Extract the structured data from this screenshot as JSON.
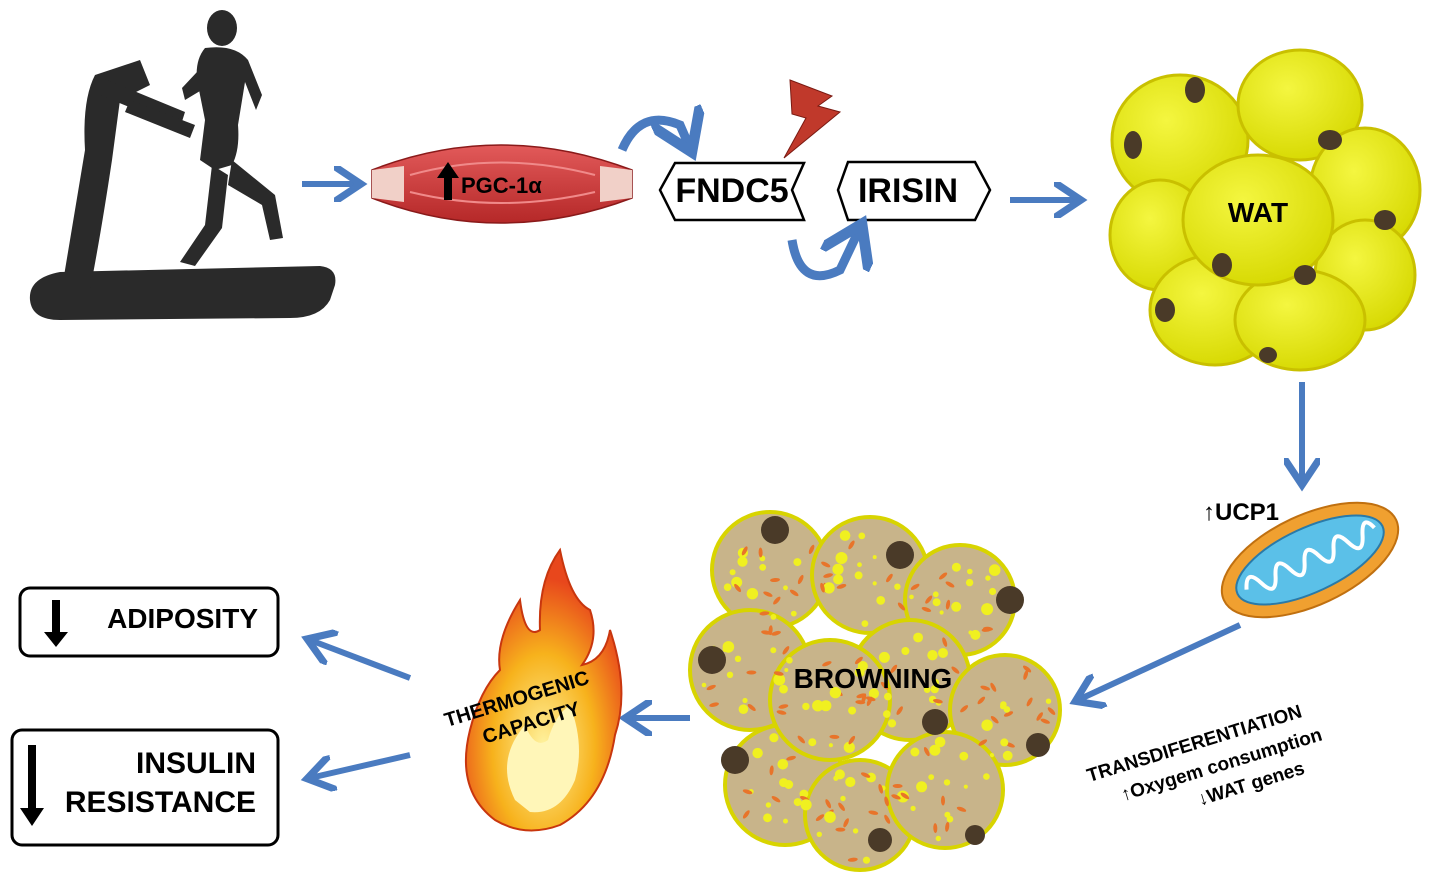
{
  "colors": {
    "arrow": "#4a7bc0",
    "silhouette": "#2a2a2a",
    "wat_cell": "#e8ec10",
    "wat_cell_edge": "#c9c000",
    "brown_cell": "#c8b48a",
    "muscle": "#d23a3a",
    "lightning": "#c0392b",
    "mito_outer": "#f0a030",
    "mito_inner": "#5bc0e8"
  },
  "nodes": {
    "pgc": "PGC-1α",
    "fndc5": "FNDC5",
    "irisin": "IRISIN",
    "wat": "WAT",
    "ucp1": "UCP1",
    "browning": "BROWNING",
    "thermogenic_line1": "THERMOGENIC",
    "thermogenic_line2": "CAPACITY",
    "adiposity": "ADIPOSITY",
    "insulin_line1": "INSULIN",
    "insulin_line2": "RESISTANCE"
  },
  "notes": {
    "transdiff": "TRANSDIFERENTIATION",
    "oxygen": "Oxygem consumption",
    "wat_genes": "WAT genes"
  },
  "icons": [
    "treadmill-runner-icon",
    "muscle-icon",
    "lightning-icon",
    "mitochondrion-icon",
    "fire-icon",
    "up-arrow-icon",
    "down-arrow-icon"
  ]
}
